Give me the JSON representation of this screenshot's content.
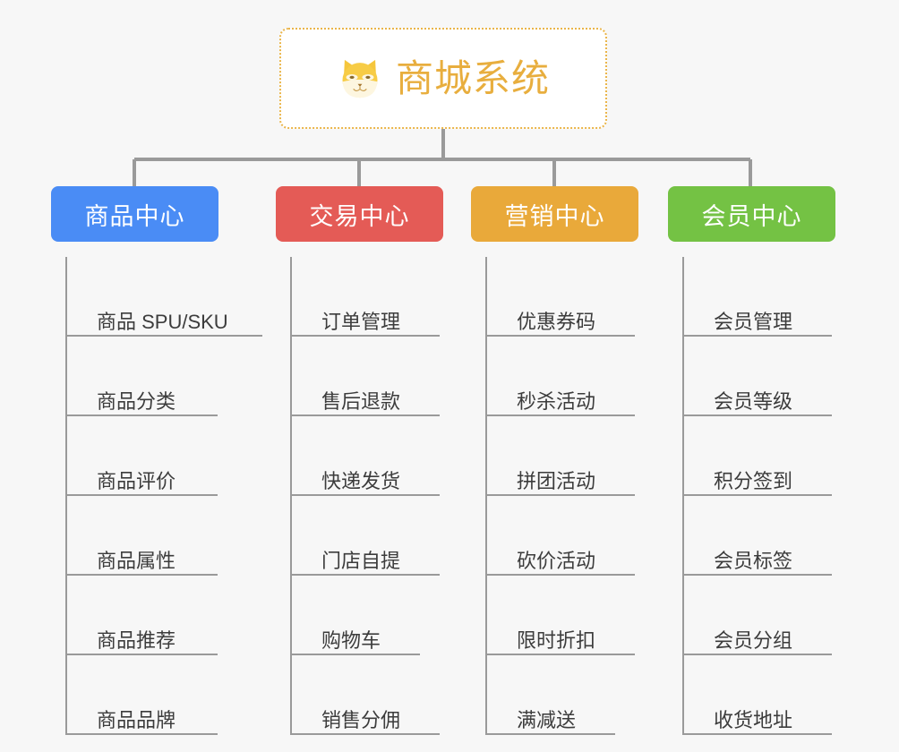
{
  "root": {
    "title": "商城系统",
    "logo_icon": "shiba-dog-face-icon",
    "border_color": "#eab54a",
    "title_color": "#e8ae3e"
  },
  "categories": [
    {
      "label": "商品中心",
      "color": "#4a8cf5",
      "items": [
        {
          "label": "商品 SPU/SKU"
        },
        {
          "label": "商品分类"
        },
        {
          "label": "商品评价"
        },
        {
          "label": "商品属性"
        },
        {
          "label": "商品推荐"
        },
        {
          "label": "商品品牌"
        }
      ]
    },
    {
      "label": "交易中心",
      "color": "#e45b56",
      "items": [
        {
          "label": "订单管理"
        },
        {
          "label": "售后退款"
        },
        {
          "label": "快递发货"
        },
        {
          "label": "门店自提"
        },
        {
          "label": "购物车"
        },
        {
          "label": "销售分佣"
        }
      ]
    },
    {
      "label": "营销中心",
      "color": "#e9a93a",
      "items": [
        {
          "label": "优惠券码"
        },
        {
          "label": "秒杀活动"
        },
        {
          "label": "拼团活动"
        },
        {
          "label": "砍价活动"
        },
        {
          "label": "限时折扣"
        },
        {
          "label": "满减送"
        }
      ]
    },
    {
      "label": "会员中心",
      "color": "#74c244",
      "items": [
        {
          "label": "会员管理"
        },
        {
          "label": "会员等级"
        },
        {
          "label": "积分签到"
        },
        {
          "label": "会员标签"
        },
        {
          "label": "会员分组"
        },
        {
          "label": "收货地址"
        }
      ]
    }
  ],
  "connector": {
    "color": "#9a9a9a"
  }
}
